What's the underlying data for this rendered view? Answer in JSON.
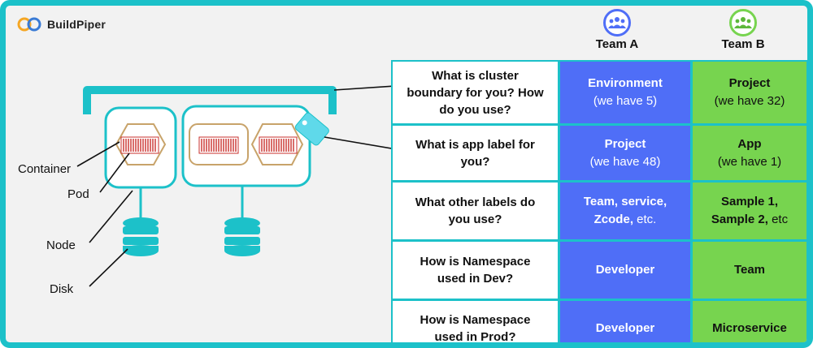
{
  "brand": {
    "name": "BuildPiper"
  },
  "teams": {
    "a": "Team A",
    "b": "Team B"
  },
  "diagram_labels": {
    "container": "Container",
    "pod": "Pod",
    "node": "Node",
    "disk": "Disk"
  },
  "rows": [
    {
      "q": "What is cluster boundary for you? How do you use?",
      "a_bold": "Environment",
      "a_rest": "(we have 5)",
      "b_bold": "Project",
      "b_rest": "(we have 32)"
    },
    {
      "q": "What is app label for you?",
      "a_bold": "Project",
      "a_rest": "(we have 48)",
      "b_bold": "App",
      "b_rest": "(we have 1)"
    },
    {
      "q": "What other labels do you use?",
      "a_line1_bold": "Team, service,",
      "a_line2_bold": "Zcode,",
      "a_line2_rest": " etc.",
      "b_line1_bold": "Sample 1,",
      "b_line2_bold": "Sample 2,",
      "b_line2_rest": " etc"
    },
    {
      "q": "How is Namespace used in Dev?",
      "a_bold": "Developer",
      "b_bold": "Team"
    },
    {
      "q": "How is Namespace used in Prod?",
      "a_bold": "Developer",
      "b_bold": "Microservice"
    }
  ],
  "colors": {
    "team_a": "#4f6ef7",
    "team_b": "#77d44f",
    "accent": "#1cc1c9",
    "container_red": "#c9302c",
    "pod_gold": "#c8a36a"
  }
}
